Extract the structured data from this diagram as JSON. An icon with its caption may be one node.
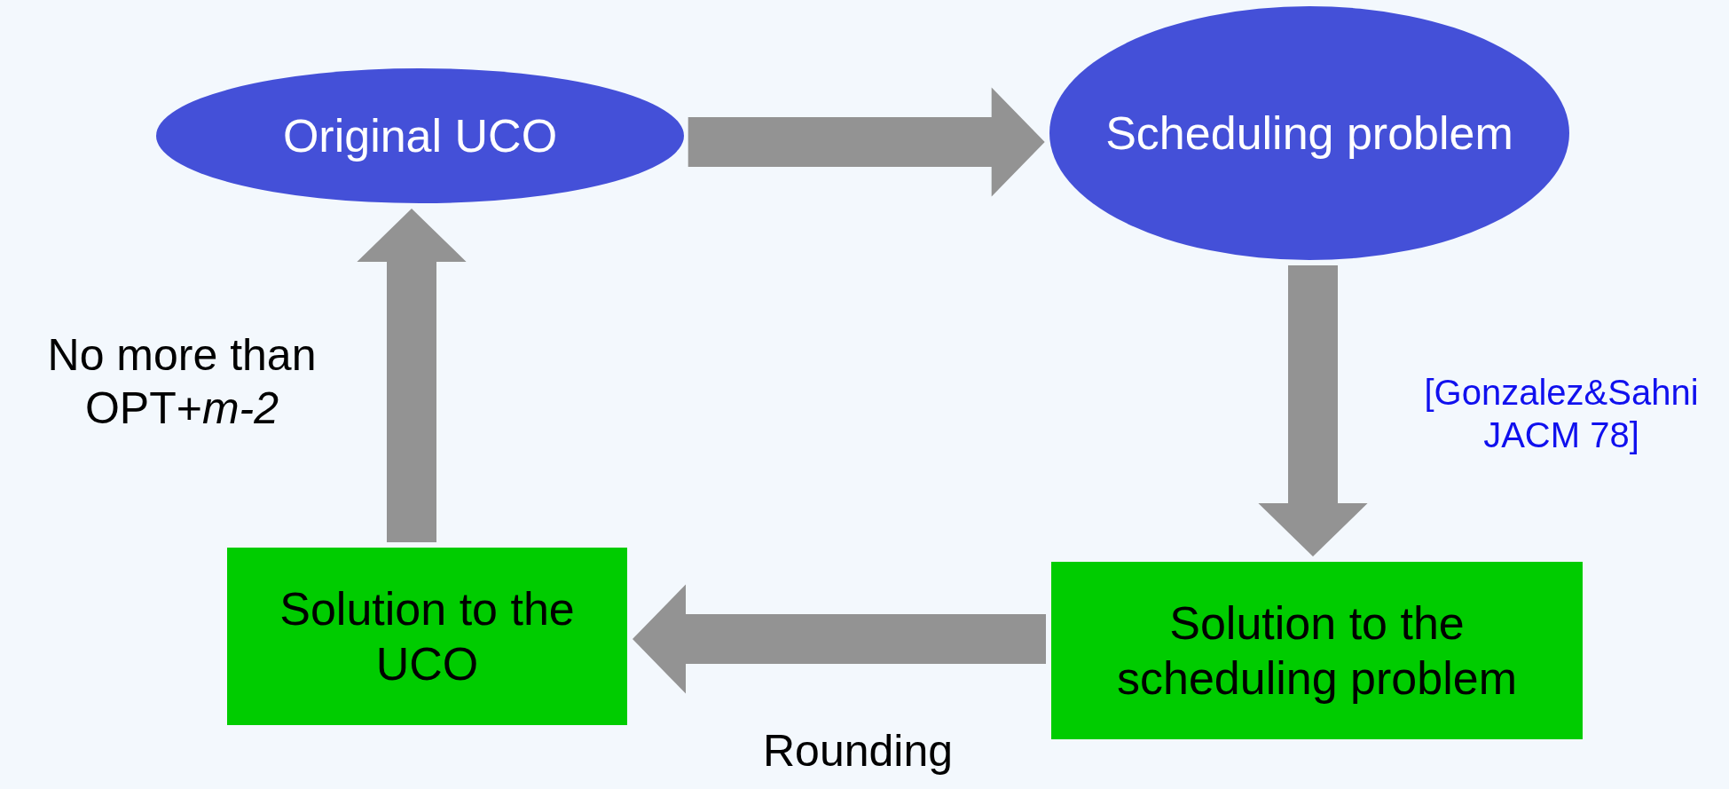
{
  "diagram": {
    "nodes": [
      {
        "text": [
          "Original UCO"
        ]
      },
      {
        "text": [
          "Scheduling problem"
        ]
      },
      {
        "text": [
          "Solution to the scheduling problem"
        ]
      },
      {
        "text": [
          "Solution to the UCO"
        ]
      }
    ],
    "edges": [
      {
        "from": 0,
        "to": 1,
        "arrow": "to",
        "style": "thick"
      },
      {
        "from": 1,
        "to": 2,
        "arrow": "to",
        "style": "thick",
        "label": "[Gonzalez&Sahni JACM 78]"
      },
      {
        "from": 2,
        "to": 3,
        "arrow": "to",
        "style": "thick",
        "label": "Rounding"
      },
      {
        "from": 3,
        "to": 0,
        "arrow": "to",
        "style": "thick",
        "label": "No more than OPT+*m-2*"
      }
    ]
  }
}
